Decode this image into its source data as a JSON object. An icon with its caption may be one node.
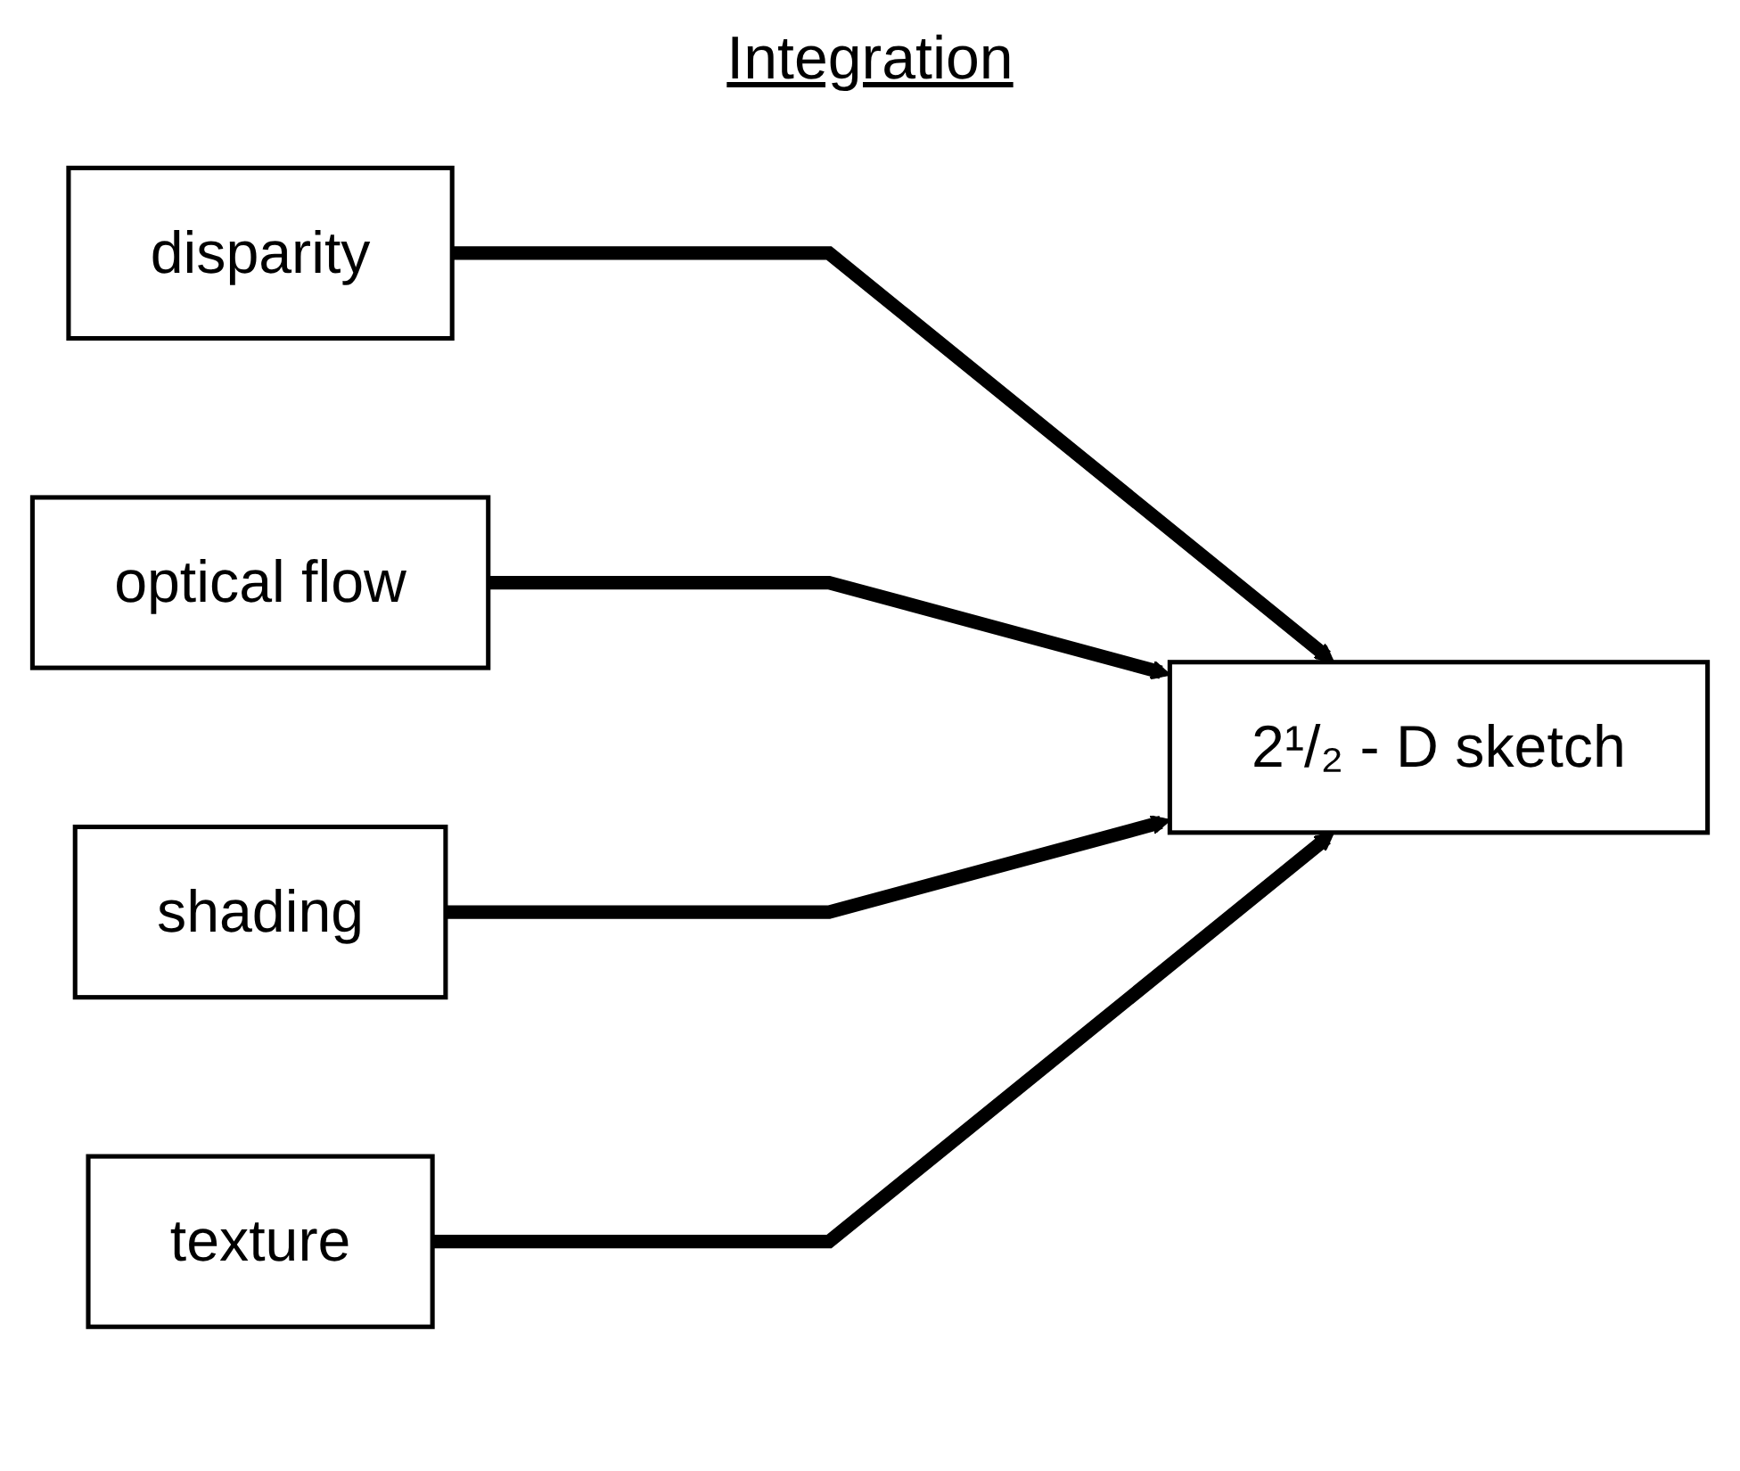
{
  "diagram": {
    "title": "Integration",
    "nodes": [
      {
        "text": [
          "disparity"
        ]
      },
      {
        "text": [
          "optical flow"
        ]
      },
      {
        "text": [
          "shading"
        ]
      },
      {
        "text": [
          "texture"
        ]
      },
      {
        "text": [
          "2¹/₂ - D sketch"
        ]
      }
    ],
    "edges": [
      {
        "from": 0,
        "to": 4,
        "arrow": "to"
      },
      {
        "from": 1,
        "to": 4,
        "arrow": "to"
      },
      {
        "from": 2,
        "to": 4,
        "arrow": "to"
      },
      {
        "from": 3,
        "to": 4,
        "arrow": "to"
      }
    ]
  }
}
